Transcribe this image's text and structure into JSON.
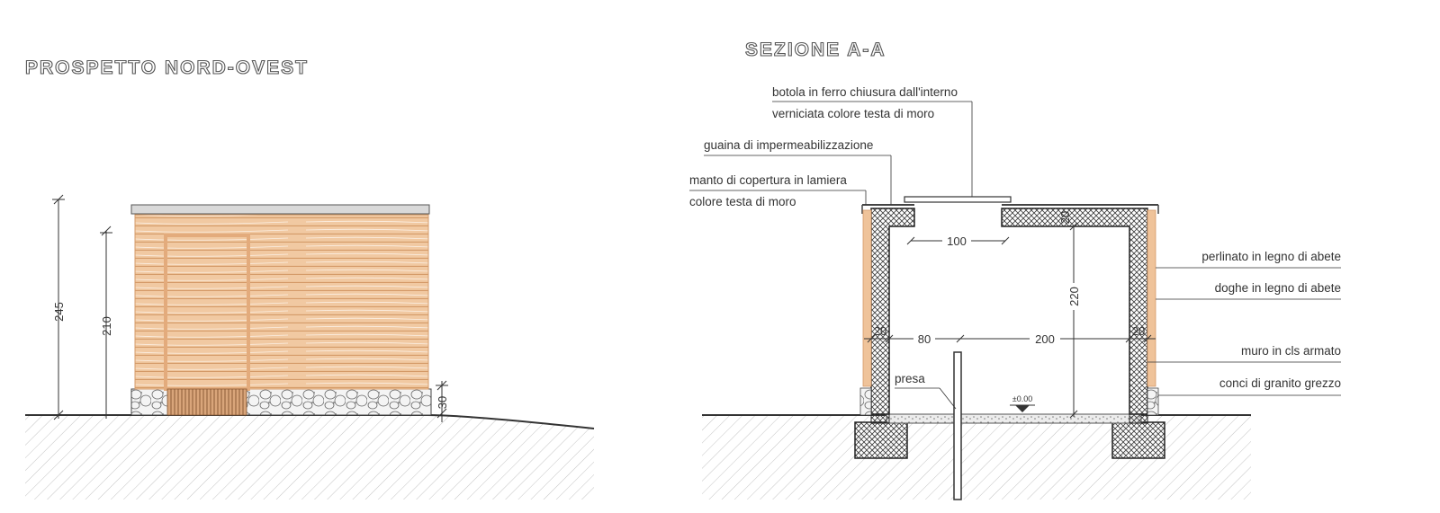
{
  "elevation": {
    "title": "PROSPETTO NORD-OVEST",
    "dimensions": {
      "total_height": "245",
      "door_height": "210",
      "base_height": "30"
    }
  },
  "section": {
    "title": "SEZIONE A-A",
    "labels": {
      "hatch_line1": "botola in ferro chiusura dall'interno",
      "hatch_line2": "verniciata colore testa di moro",
      "membrane": "guaina di impermeabilizzazione",
      "roof_line1": "manto di copertura in lamiera",
      "roof_line2": "colore testa di moro",
      "cladding_boards": "perlinato in legno di abete",
      "cladding_planks": "doghe in legno di abete",
      "wall": "muro in cls armato",
      "granite": "conci di granito grezzo",
      "socket": "presa",
      "level": "±0.00"
    },
    "dimensions": {
      "opening": "100",
      "interior_height": "220",
      "slab_thickness": "20",
      "left_wall": "20",
      "right_wall": "20",
      "left_span": "80",
      "right_span": "200"
    }
  },
  "colors": {
    "wood": "#e9b98d",
    "wood_line": "#d49a68",
    "concrete_hatch": "#555555",
    "ground_hatch": "#bbbbbb",
    "line": "#333333"
  }
}
